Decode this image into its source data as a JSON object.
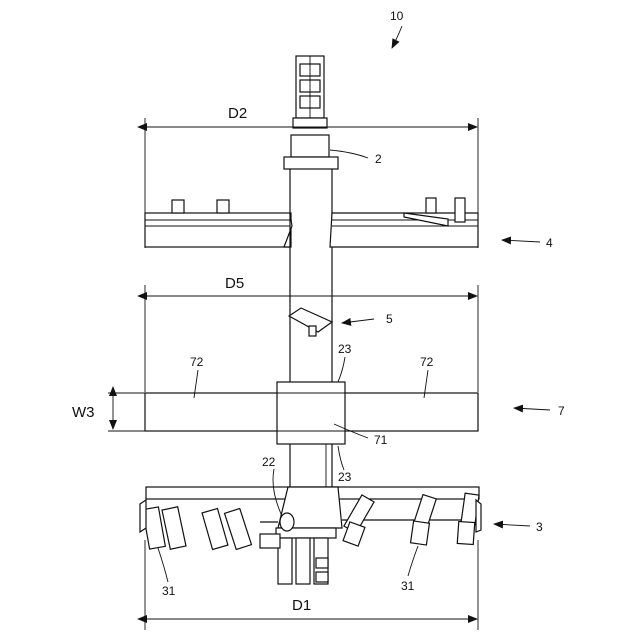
{
  "figure": {
    "figure_number": "10",
    "dimensions": {
      "d1": "D1",
      "d2": "D2",
      "d5": "D5",
      "w3": "W3"
    },
    "labels": {
      "shaft": "2",
      "upper_disc": "4",
      "bracket": "5",
      "middle_disc": "7",
      "bottom_disc": "3",
      "hub": "71",
      "disc_section_left": "72",
      "disc_section_right": "72",
      "collar_upper": "23",
      "collar_lower": "23",
      "pin": "22",
      "blade_left": "31",
      "blade_right": "31"
    }
  }
}
